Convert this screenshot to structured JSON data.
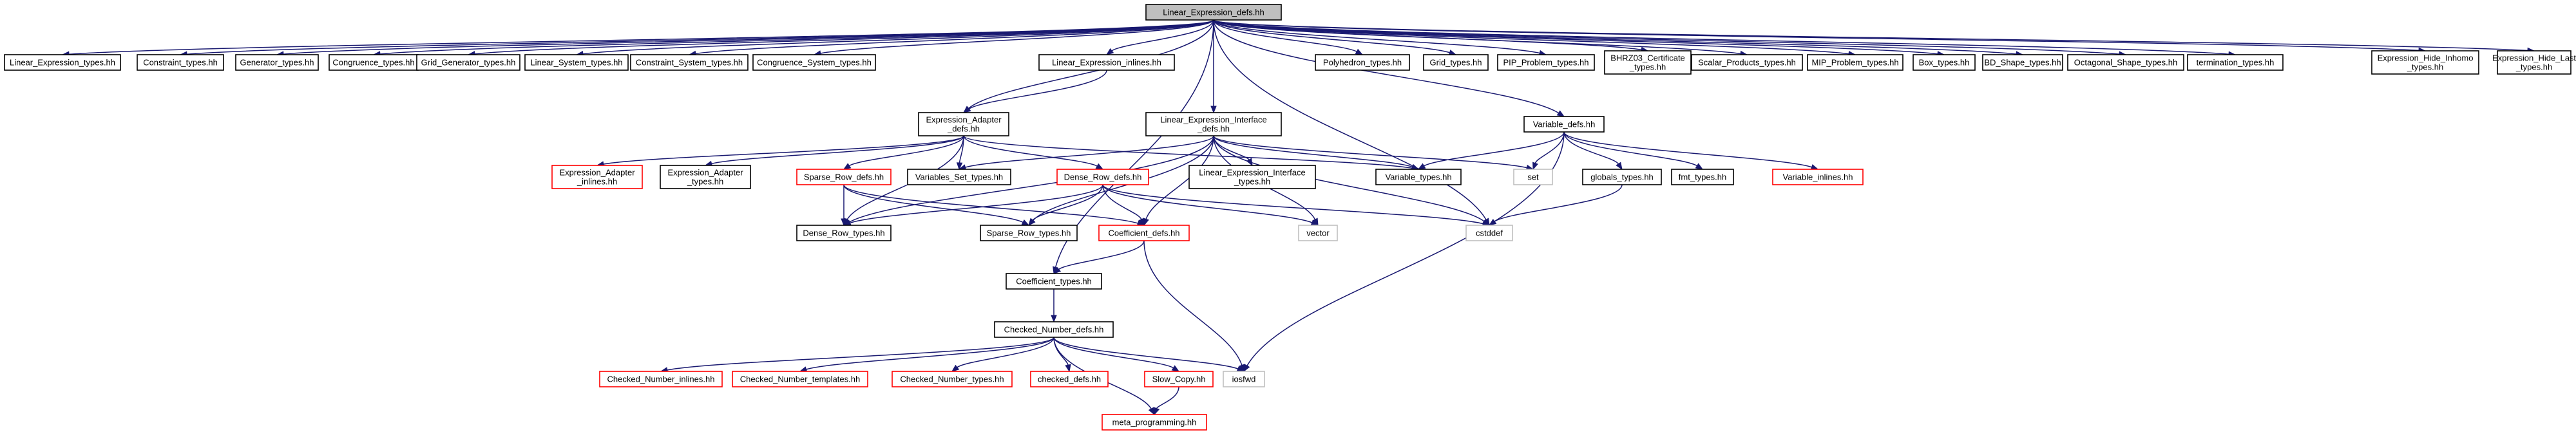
{
  "colors": {
    "edge": "#191970",
    "box_border": "#000000",
    "missing_border": "#ff0000",
    "external_border": "#bfbfbf",
    "root_fill": "#bfbfbf",
    "fill": "#ffffff"
  },
  "nodes": [
    {
      "id": "root",
      "lines": [
        "Linear_Expression_defs.hh"
      ],
      "style": "root"
    },
    {
      "id": "le_types",
      "lines": [
        "Linear_Expression_types.hh"
      ],
      "style": "normal"
    },
    {
      "id": "constraint_types",
      "lines": [
        "Constraint_types.hh"
      ],
      "style": "normal"
    },
    {
      "id": "generator_types",
      "lines": [
        "Generator_types.hh"
      ],
      "style": "normal"
    },
    {
      "id": "congruence_types",
      "lines": [
        "Congruence_types.hh"
      ],
      "style": "normal"
    },
    {
      "id": "grid_generator_types",
      "lines": [
        "Grid_Generator_types.hh"
      ],
      "style": "normal"
    },
    {
      "id": "linear_system_types",
      "lines": [
        "Linear_System_types.hh"
      ],
      "style": "normal"
    },
    {
      "id": "constraint_system_types",
      "lines": [
        "Constraint_System_types.hh"
      ],
      "style": "normal"
    },
    {
      "id": "congruence_system_types",
      "lines": [
        "Congruence_System_types.hh"
      ],
      "style": "normal"
    },
    {
      "id": "le_inlines",
      "lines": [
        "Linear_Expression_inlines.hh"
      ],
      "style": "normal"
    },
    {
      "id": "lei_defs",
      "lines": [
        "Linear_Expression_Interface",
        "_defs.hh"
      ],
      "style": "normal"
    },
    {
      "id": "polyhedron_types",
      "lines": [
        "Polyhedron_types.hh"
      ],
      "style": "normal"
    },
    {
      "id": "grid_types",
      "lines": [
        "Grid_types.hh"
      ],
      "style": "normal"
    },
    {
      "id": "pip_problem_types",
      "lines": [
        "PIP_Problem_types.hh"
      ],
      "style": "normal"
    },
    {
      "id": "bhrz03",
      "lines": [
        "BHRZ03_Certificate",
        "_types.hh"
      ],
      "style": "normal"
    },
    {
      "id": "scalar_products_types",
      "lines": [
        "Scalar_Products_types.hh"
      ],
      "style": "normal"
    },
    {
      "id": "mip_problem_types",
      "lines": [
        "MIP_Problem_types.hh"
      ],
      "style": "normal"
    },
    {
      "id": "box_types",
      "lines": [
        "Box_types.hh"
      ],
      "style": "normal"
    },
    {
      "id": "bd_shape_types",
      "lines": [
        "BD_Shape_types.hh"
      ],
      "style": "normal"
    },
    {
      "id": "octagonal_shape_types",
      "lines": [
        "Octagonal_Shape_types.hh"
      ],
      "style": "normal"
    },
    {
      "id": "termination_types",
      "lines": [
        "termination_types.hh"
      ],
      "style": "normal"
    },
    {
      "id": "ehi_types",
      "lines": [
        "Expression_Hide_Inhomo",
        "_types.hh"
      ],
      "style": "normal"
    },
    {
      "id": "ehl_types",
      "lines": [
        "Expression_Hide_Last",
        "_types.hh"
      ],
      "style": "normal"
    },
    {
      "id": "ea_defs",
      "lines": [
        "Expression_Adapter",
        "_defs.hh"
      ],
      "style": "normal"
    },
    {
      "id": "variable_defs",
      "lines": [
        "Variable_defs.hh"
      ],
      "style": "normal"
    },
    {
      "id": "ea_inlines",
      "lines": [
        "Expression_Adapter",
        "_inlines.hh"
      ],
      "style": "missing"
    },
    {
      "id": "ea_types",
      "lines": [
        "Expression_Adapter",
        "_types.hh"
      ],
      "style": "normal"
    },
    {
      "id": "sparse_row_defs",
      "lines": [
        "Sparse_Row_defs.hh"
      ],
      "style": "missing"
    },
    {
      "id": "variables_set_types",
      "lines": [
        "Variables_Set_types.hh"
      ],
      "style": "normal"
    },
    {
      "id": "dense_row_defs",
      "lines": [
        "Dense_Row_defs.hh"
      ],
      "style": "missing"
    },
    {
      "id": "lei_types",
      "lines": [
        "Linear_Expression_Interface",
        "_types.hh"
      ],
      "style": "normal"
    },
    {
      "id": "variable_types",
      "lines": [
        "Variable_types.hh"
      ],
      "style": "normal"
    },
    {
      "id": "set",
      "lines": [
        "set"
      ],
      "style": "external"
    },
    {
      "id": "globals_types",
      "lines": [
        "globals_types.hh"
      ],
      "style": "normal"
    },
    {
      "id": "fmt_types",
      "lines": [
        "fmt_types.hh"
      ],
      "style": "normal"
    },
    {
      "id": "variable_inlines",
      "lines": [
        "Variable_inlines.hh"
      ],
      "style": "missing"
    },
    {
      "id": "dense_row_types",
      "lines": [
        "Dense_Row_types.hh"
      ],
      "style": "normal"
    },
    {
      "id": "sparse_row_types",
      "lines": [
        "Sparse_Row_types.hh"
      ],
      "style": "normal"
    },
    {
      "id": "coefficient_defs",
      "lines": [
        "Coefficient_defs.hh"
      ],
      "style": "missing"
    },
    {
      "id": "vector",
      "lines": [
        "vector"
      ],
      "style": "external"
    },
    {
      "id": "cstddef",
      "lines": [
        "cstddef"
      ],
      "style": "external"
    },
    {
      "id": "coefficient_types",
      "lines": [
        "Coefficient_types.hh"
      ],
      "style": "normal"
    },
    {
      "id": "cn_defs",
      "lines": [
        "Checked_Number_defs.hh"
      ],
      "style": "normal"
    },
    {
      "id": "cn_inlines",
      "lines": [
        "Checked_Number_inlines.hh"
      ],
      "style": "missing"
    },
    {
      "id": "cn_templates",
      "lines": [
        "Checked_Number_templates.hh"
      ],
      "style": "missing"
    },
    {
      "id": "cn_types",
      "lines": [
        "Checked_Number_types.hh"
      ],
      "style": "missing"
    },
    {
      "id": "checked_defs",
      "lines": [
        "checked_defs.hh"
      ],
      "style": "missing"
    },
    {
      "id": "slow_copy",
      "lines": [
        "Slow_Copy.hh"
      ],
      "style": "missing"
    },
    {
      "id": "iosfwd",
      "lines": [
        "iosfwd"
      ],
      "style": "external"
    },
    {
      "id": "meta_programming",
      "lines": [
        "meta_programming.hh"
      ],
      "style": "missing"
    }
  ],
  "edges": [
    [
      "root",
      "le_types"
    ],
    [
      "root",
      "constraint_types"
    ],
    [
      "root",
      "generator_types"
    ],
    [
      "root",
      "congruence_types"
    ],
    [
      "root",
      "grid_generator_types"
    ],
    [
      "root",
      "linear_system_types"
    ],
    [
      "root",
      "constraint_system_types"
    ],
    [
      "root",
      "congruence_system_types"
    ],
    [
      "root",
      "le_inlines"
    ],
    [
      "root",
      "lei_defs"
    ],
    [
      "root",
      "polyhedron_types"
    ],
    [
      "root",
      "grid_types"
    ],
    [
      "root",
      "pip_problem_types"
    ],
    [
      "root",
      "bhrz03"
    ],
    [
      "root",
      "scalar_products_types"
    ],
    [
      "root",
      "mip_problem_types"
    ],
    [
      "root",
      "box_types"
    ],
    [
      "root",
      "bd_shape_types"
    ],
    [
      "root",
      "octagonal_shape_types"
    ],
    [
      "root",
      "termination_types"
    ],
    [
      "root",
      "ehi_types"
    ],
    [
      "root",
      "ehl_types"
    ],
    [
      "root",
      "ea_defs"
    ],
    [
      "root",
      "variable_defs"
    ],
    [
      "root",
      "coefficient_types"
    ],
    [
      "root",
      "cstddef"
    ],
    [
      "le_inlines",
      "ea_defs"
    ],
    [
      "ea_defs",
      "ea_inlines"
    ],
    [
      "ea_defs",
      "ea_types"
    ],
    [
      "ea_defs",
      "sparse_row_defs"
    ],
    [
      "ea_defs",
      "variables_set_types"
    ],
    [
      "ea_defs",
      "dense_row_defs"
    ],
    [
      "ea_defs",
      "variable_types"
    ],
    [
      "ea_defs",
      "dense_row_types"
    ],
    [
      "lei_defs",
      "variables_set_types"
    ],
    [
      "lei_defs",
      "lei_types"
    ],
    [
      "lei_defs",
      "variable_types"
    ],
    [
      "lei_defs",
      "set"
    ],
    [
      "lei_defs",
      "vector"
    ],
    [
      "lei_defs",
      "cstddef"
    ],
    [
      "lei_defs",
      "coefficient_defs"
    ],
    [
      "lei_defs",
      "sparse_row_types"
    ],
    [
      "lei_defs",
      "dense_row_types"
    ],
    [
      "variable_defs",
      "variable_types"
    ],
    [
      "variable_defs",
      "set"
    ],
    [
      "variable_defs",
      "globals_types"
    ],
    [
      "variable_defs",
      "fmt_types"
    ],
    [
      "variable_defs",
      "variable_inlines"
    ],
    [
      "variable_defs",
      "iosfwd"
    ],
    [
      "globals_types",
      "cstddef"
    ],
    [
      "sparse_row_defs",
      "dense_row_types"
    ],
    [
      "sparse_row_defs",
      "sparse_row_types"
    ],
    [
      "sparse_row_defs",
      "coefficient_defs"
    ],
    [
      "dense_row_defs",
      "dense_row_types"
    ],
    [
      "dense_row_defs",
      "sparse_row_types"
    ],
    [
      "dense_row_defs",
      "coefficient_defs"
    ],
    [
      "dense_row_defs",
      "vector"
    ],
    [
      "dense_row_defs",
      "cstddef"
    ],
    [
      "coefficient_defs",
      "coefficient_types"
    ],
    [
      "coefficient_defs",
      "iosfwd"
    ],
    [
      "coefficient_types",
      "cn_defs"
    ],
    [
      "cn_defs",
      "cn_inlines"
    ],
    [
      "cn_defs",
      "cn_templates"
    ],
    [
      "cn_defs",
      "cn_types"
    ],
    [
      "cn_defs",
      "checked_defs"
    ],
    [
      "cn_defs",
      "slow_copy"
    ],
    [
      "cn_defs",
      "iosfwd"
    ],
    [
      "cn_defs",
      "meta_programming"
    ],
    [
      "slow_copy",
      "meta_programming"
    ]
  ]
}
